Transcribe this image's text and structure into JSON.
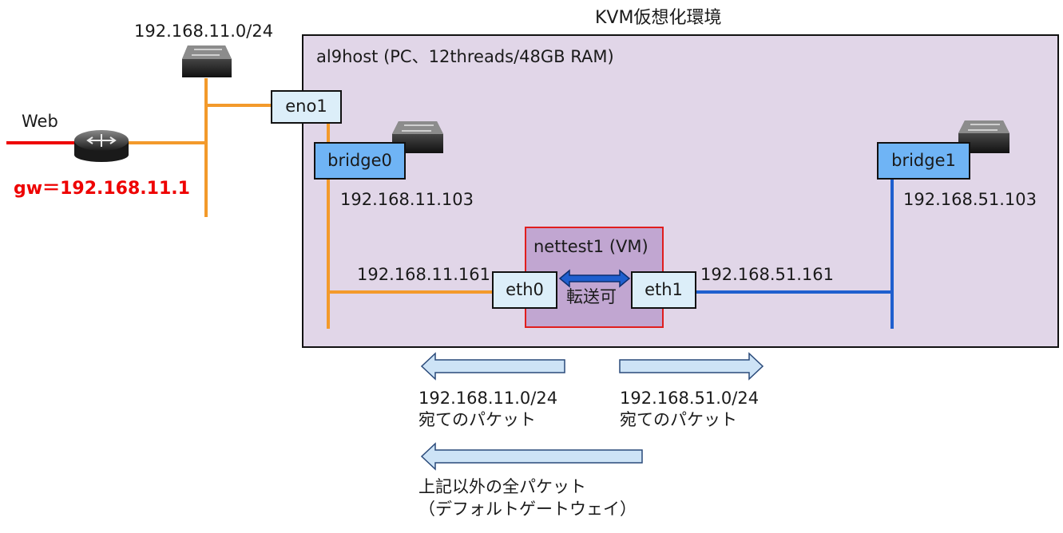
{
  "title": "KVM仮想化環境",
  "host": {
    "label": "al9host (PC、12threads/48GB RAM)"
  },
  "network_top": "192.168.11.0/24",
  "web_label": "Web",
  "gateway_label": "gw＝192.168.11.1",
  "eno1": "eno1",
  "bridge0": {
    "label": "bridge0",
    "ip": "192.168.11.103"
  },
  "bridge1": {
    "label": "bridge1",
    "ip": "192.168.51.103"
  },
  "vm": {
    "label": "nettest1 (VM)",
    "eth0": {
      "label": "eth0",
      "ip": "192.168.11.161"
    },
    "eth1": {
      "label": "eth1",
      "ip": "192.168.51.161"
    },
    "forward_label": "転送可"
  },
  "arrows": {
    "left": {
      "line1": "192.168.11.0/24",
      "line2": "宛てのパケット"
    },
    "right": {
      "line1": "192.168.51.0/24",
      "line2": "宛てのパケット"
    },
    "default": {
      "line1": "上記以外の全パケット",
      "line2": "（デフォルトゲートウェイ）"
    }
  },
  "colors": {
    "orange": "#f39a2b",
    "blue": "#1f5fce",
    "red": "#ee0000",
    "host_fill": "#e1d6e8",
    "vm_fill": "#c1a6d1",
    "bridge_fill": "#6fb4f5",
    "port_fill": "#dceef9",
    "arrow_fill": "#cde3f6"
  }
}
